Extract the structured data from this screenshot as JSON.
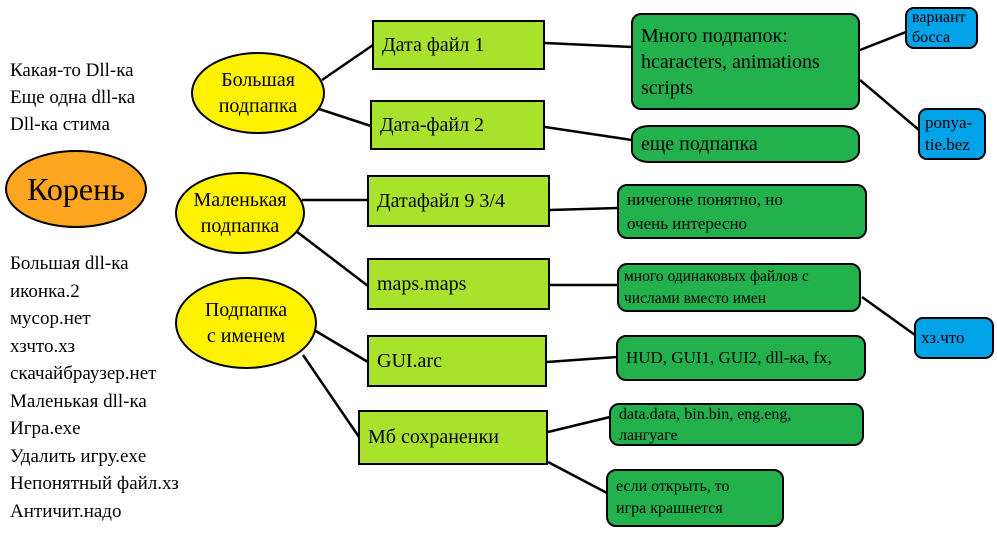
{
  "left_top_files": [
    "Какая-то Dll-ка",
    "Еще одна dll-ка",
    "Dll-ка стима"
  ],
  "root": "Корень",
  "left_bottom_files": [
    "Большая dll-ка",
    "иконка.2",
    "мусор.нет",
    "хзчто.хз",
    "скачайбраузер.нет",
    "Маленькая dll-ка",
    "Игра.exe",
    "Удалить игру.exe",
    "Непонятный файл.хз",
    "Античит.надо"
  ],
  "folders": {
    "big": [
      "Большая",
      "подпапка"
    ],
    "small": [
      "Маленькая",
      "подпапка"
    ],
    "named": [
      "Подпапка",
      "с именем"
    ]
  },
  "files": {
    "data1": "Дата файл 1",
    "data2": "Дата-файл 2",
    "data9": "Датафайл 9 3/4",
    "maps": "maps.maps",
    "gui": "GUI.arc",
    "saves": "Мб сохраненки"
  },
  "contents": {
    "many": [
      "Много подпапок:",
      "hcaracters, animations",
      "scripts"
    ],
    "more": "еще подпапка",
    "nothing": [
      "ничегоне понятно, но",
      "очень интересно"
    ],
    "same": [
      "много одинаковых файлов с",
      "числами вместо имен"
    ],
    "hud": "HUD, GUI1, GUI2, dll-ка, fx,",
    "datadata": [
      "data.data, bin.bin, eng.eng,",
      "лангуаге"
    ],
    "crash": [
      "если открыть, то",
      "игра крашнется"
    ]
  },
  "leaves": {
    "boss": [
      "вариант",
      "босса"
    ],
    "ponya": [
      "ponya-",
      "tie.bez"
    ],
    "hz": "хз.что"
  },
  "colors": {
    "root": "#FFA620",
    "folder": "#FFF200",
    "file": "#A8E22C",
    "content": "#22B14C",
    "leaf": "#00A2E8"
  }
}
